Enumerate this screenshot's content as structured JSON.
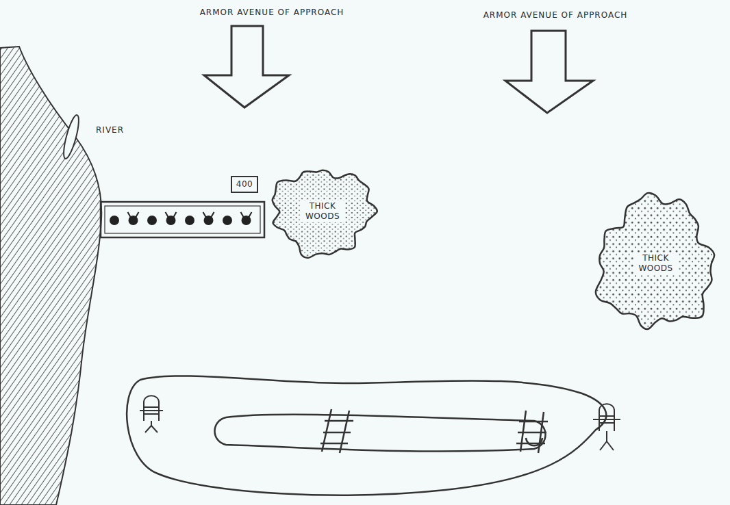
{
  "diagram": {
    "nodes": [
      {
        "text": [
          "400"
        ]
      },
      {
        "text": [
          "THICK WOODS"
        ]
      },
      {
        "text": [
          "THICK WOODS"
        ]
      }
    ],
    "labels": [
      "ARMOR AVENUE OF APPROACH",
      "ARMOR AVENUE OF APPROACH",
      "RIVER"
    ]
  }
}
